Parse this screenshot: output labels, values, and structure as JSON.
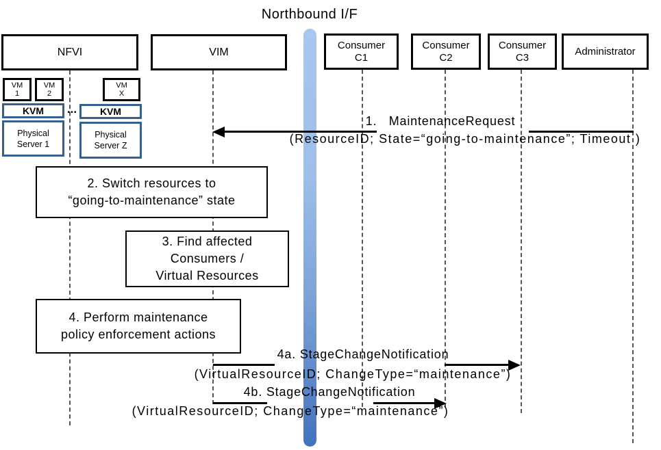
{
  "title": "Northbound I/F",
  "actors": {
    "nfvi": {
      "label": "NFVI"
    },
    "vim": {
      "label": "VIM"
    },
    "c1": {
      "line1": "Consumer",
      "line2": "C1"
    },
    "c2": {
      "line1": "Consumer",
      "line2": "C2"
    },
    "c3": {
      "line1": "Consumer",
      "line2": "C3"
    },
    "admin": {
      "label": "Administrator"
    }
  },
  "nfvi_detail": {
    "vm1": {
      "line1": "VM",
      "line2": "1"
    },
    "vm2": {
      "line1": "VM",
      "line2": "2"
    },
    "vmx": {
      "line1": "VM",
      "line2": "X"
    },
    "kvm_left": {
      "label": "KVM"
    },
    "kvm_right": {
      "label": "KVM"
    },
    "ellipsis": "...",
    "server1": {
      "line1": "Physical",
      "line2": "Server 1"
    },
    "serverz": {
      "line1": "Physical",
      "line2": "Server Z"
    }
  },
  "activities": {
    "a2": {
      "line1": "2. Switch resources to",
      "line2": "“going-to-maintenance” state"
    },
    "a3": {
      "line1": "3. Find affected",
      "line2": "Consumers /",
      "line3": "Virtual Resources"
    },
    "a4": {
      "line1": "4. Perform maintenance",
      "line2": "policy enforcement actions"
    }
  },
  "messages": {
    "m1": {
      "title": "1.   MaintenanceRequest",
      "param": "(ResourceID; State=“going-to-maintenance”; Timeout )"
    },
    "m4a": {
      "title": "4a. StageChangeNotification",
      "param": "(VirtualResourceID; ChangeType=“maintenance”)"
    },
    "m4b": {
      "title": "4b. StageChangeNotification",
      "param": "(VirtualResourceID; ChangeType=“maintenance”)"
    }
  },
  "colors": {
    "actor_border": "#000000",
    "nfvi_inner_border": "#365f91",
    "bar_top": "#a8c6ee",
    "bar_bottom": "#4372be",
    "lifeline": "#555555",
    "arrow": "#000000"
  }
}
